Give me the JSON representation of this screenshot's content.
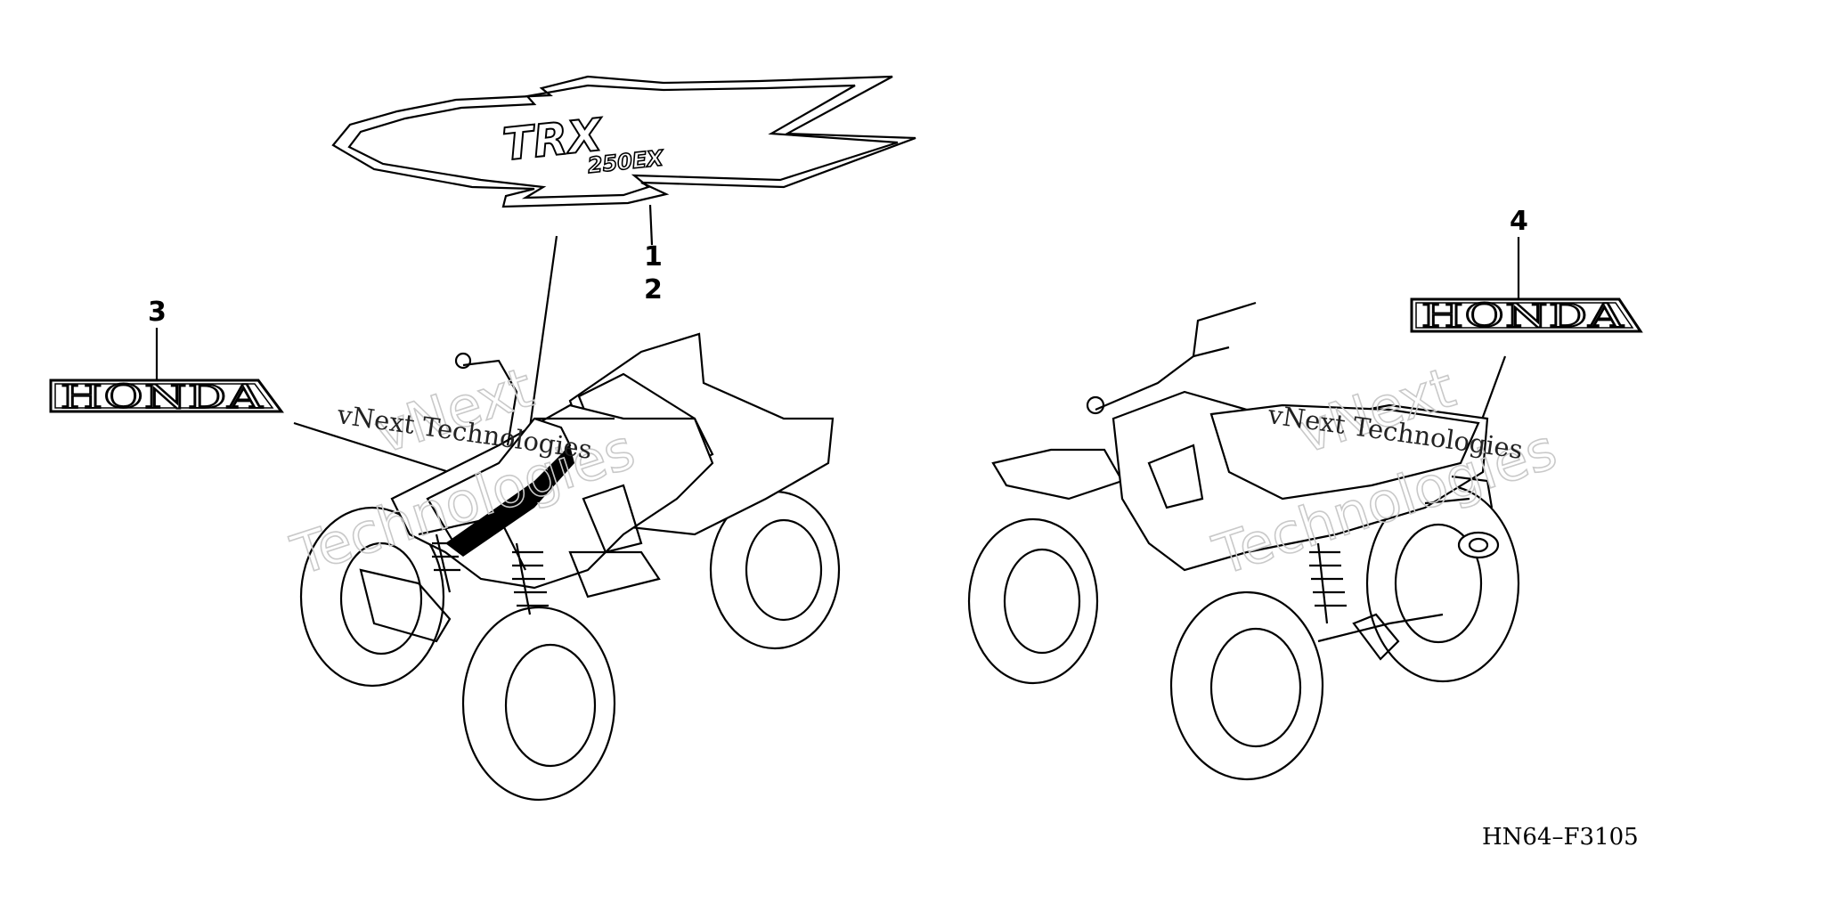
{
  "figure_code": "HN64–F3105",
  "callouts": {
    "c1": "1",
    "c2": "2",
    "c3": "3",
    "c4": "4"
  },
  "decals": {
    "stripe_logo": "TRX",
    "stripe_model": "250EX",
    "emblem_left": "HONDA",
    "emblem_right": "HONDA"
  },
  "watermark": {
    "large_line1": "vNext",
    "large_line2": "Technologies",
    "small": "vNext Technologies"
  }
}
